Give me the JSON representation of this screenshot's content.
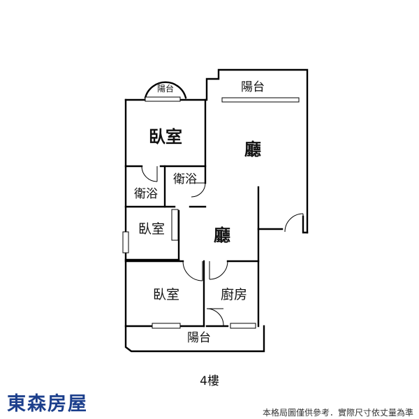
{
  "floor_label": "4樓",
  "brand": "東森房屋",
  "disclaimer": "本格局圖僅供參考．實際尺寸依丈量為準",
  "rooms": {
    "balcony_top_small": "陽台",
    "balcony_top": "陽台",
    "bedroom_1": "臥室",
    "living_1": "廳",
    "bath_2": "衛浴",
    "bath_1": "衛浴",
    "bedroom_2": "臥室",
    "living_2": "廳",
    "bedroom_3": "臥室",
    "kitchen": "廚房",
    "balcony_bottom": "陽台"
  },
  "colors": {
    "brand": "#1c3f8c",
    "wall": "#000000"
  }
}
